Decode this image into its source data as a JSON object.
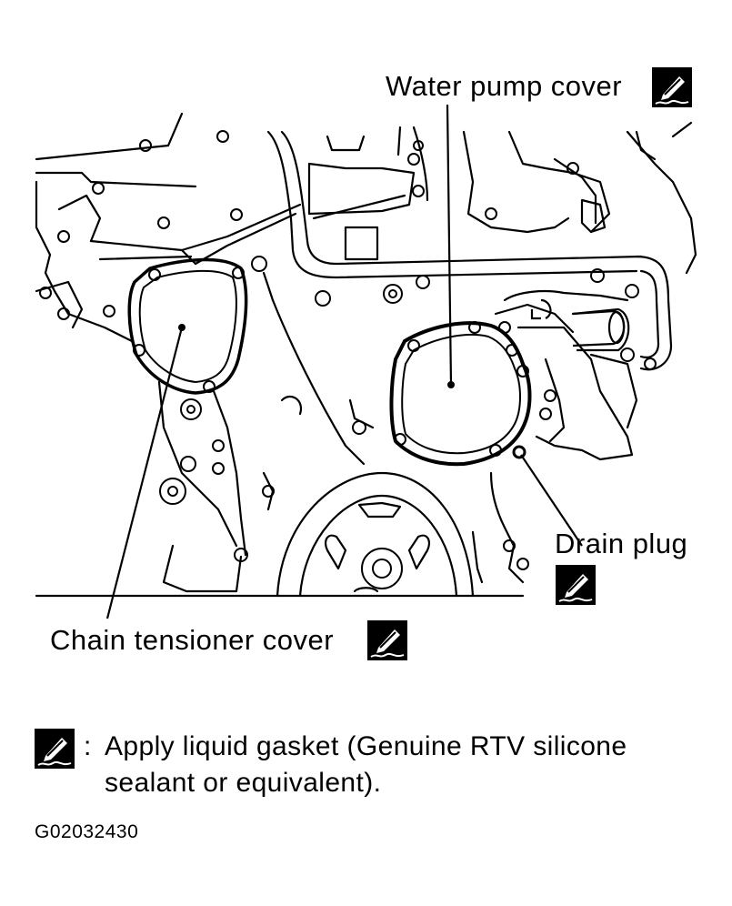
{
  "callouts": {
    "water_pump_cover": "Water pump cover",
    "drain_plug": "Drain plug",
    "chain_tensioner_cover": "Chain tensioner cover"
  },
  "legend": {
    "colon": ":",
    "line1": "Apply liquid gasket (Genuine RTV silicone",
    "line2": "sealant or equivalent)."
  },
  "figure_id": "G02032430",
  "icons": {
    "liquid_gasket": "liquid-gasket-icon"
  },
  "colors": {
    "ink": "#000000",
    "paper": "#ffffff"
  }
}
